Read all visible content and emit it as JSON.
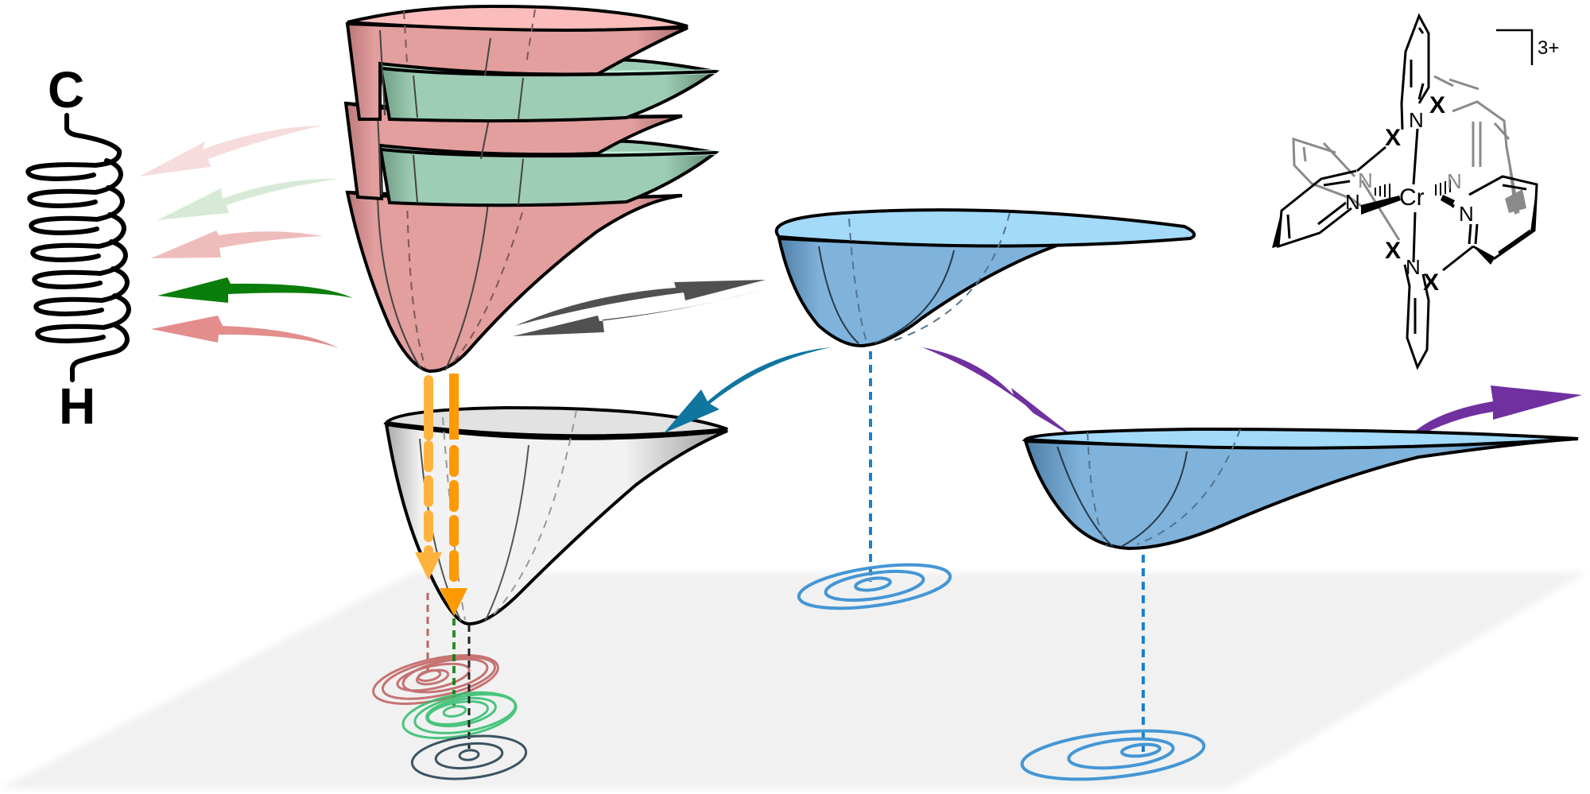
{
  "figure": {
    "title": "Potential energy surfaces of a Cr(III) complex with C–H vibrational coupling",
    "spring": {
      "top_label": "C",
      "bottom_label": "H"
    },
    "complex": {
      "metal_label": "Cr",
      "donor_label": "N",
      "bridge_label": "X",
      "charge_label": "3+"
    },
    "wells": [
      {
        "id": "doublet-stack",
        "description": "stacked doublet excited-state wells (pink/green)"
      },
      {
        "id": "ground-state",
        "description": "ground-state well (grey)"
      },
      {
        "id": "quartet-upper",
        "description": "upper quartet well (blue)"
      },
      {
        "id": "quartet-distorted",
        "description": "distorted quartet well (blue)"
      }
    ],
    "colors": {
      "pink_well": "#e39e9e",
      "pink_rim": "#fbbcbc",
      "green_well": "#9ecdb5",
      "green_rim": "#bff0d8",
      "grey_well": "#e8e8e8",
      "blue_well": "#7fb3dc",
      "blue_rim": "#a3daf9",
      "orange_light": "#ffb33d",
      "orange": "#ff9900",
      "teal_arrow": "#0f76a0",
      "purple_arrow": "#7030a0",
      "grey_arrow": "#505050",
      "green_arrow": "#0a7d0a",
      "red_contour": "#b03030",
      "green_contour": "#2ebd6a",
      "slate_contour": "#3c5462",
      "blue_contour": "#4596d4",
      "floor": "#f1f1f1"
    }
  }
}
